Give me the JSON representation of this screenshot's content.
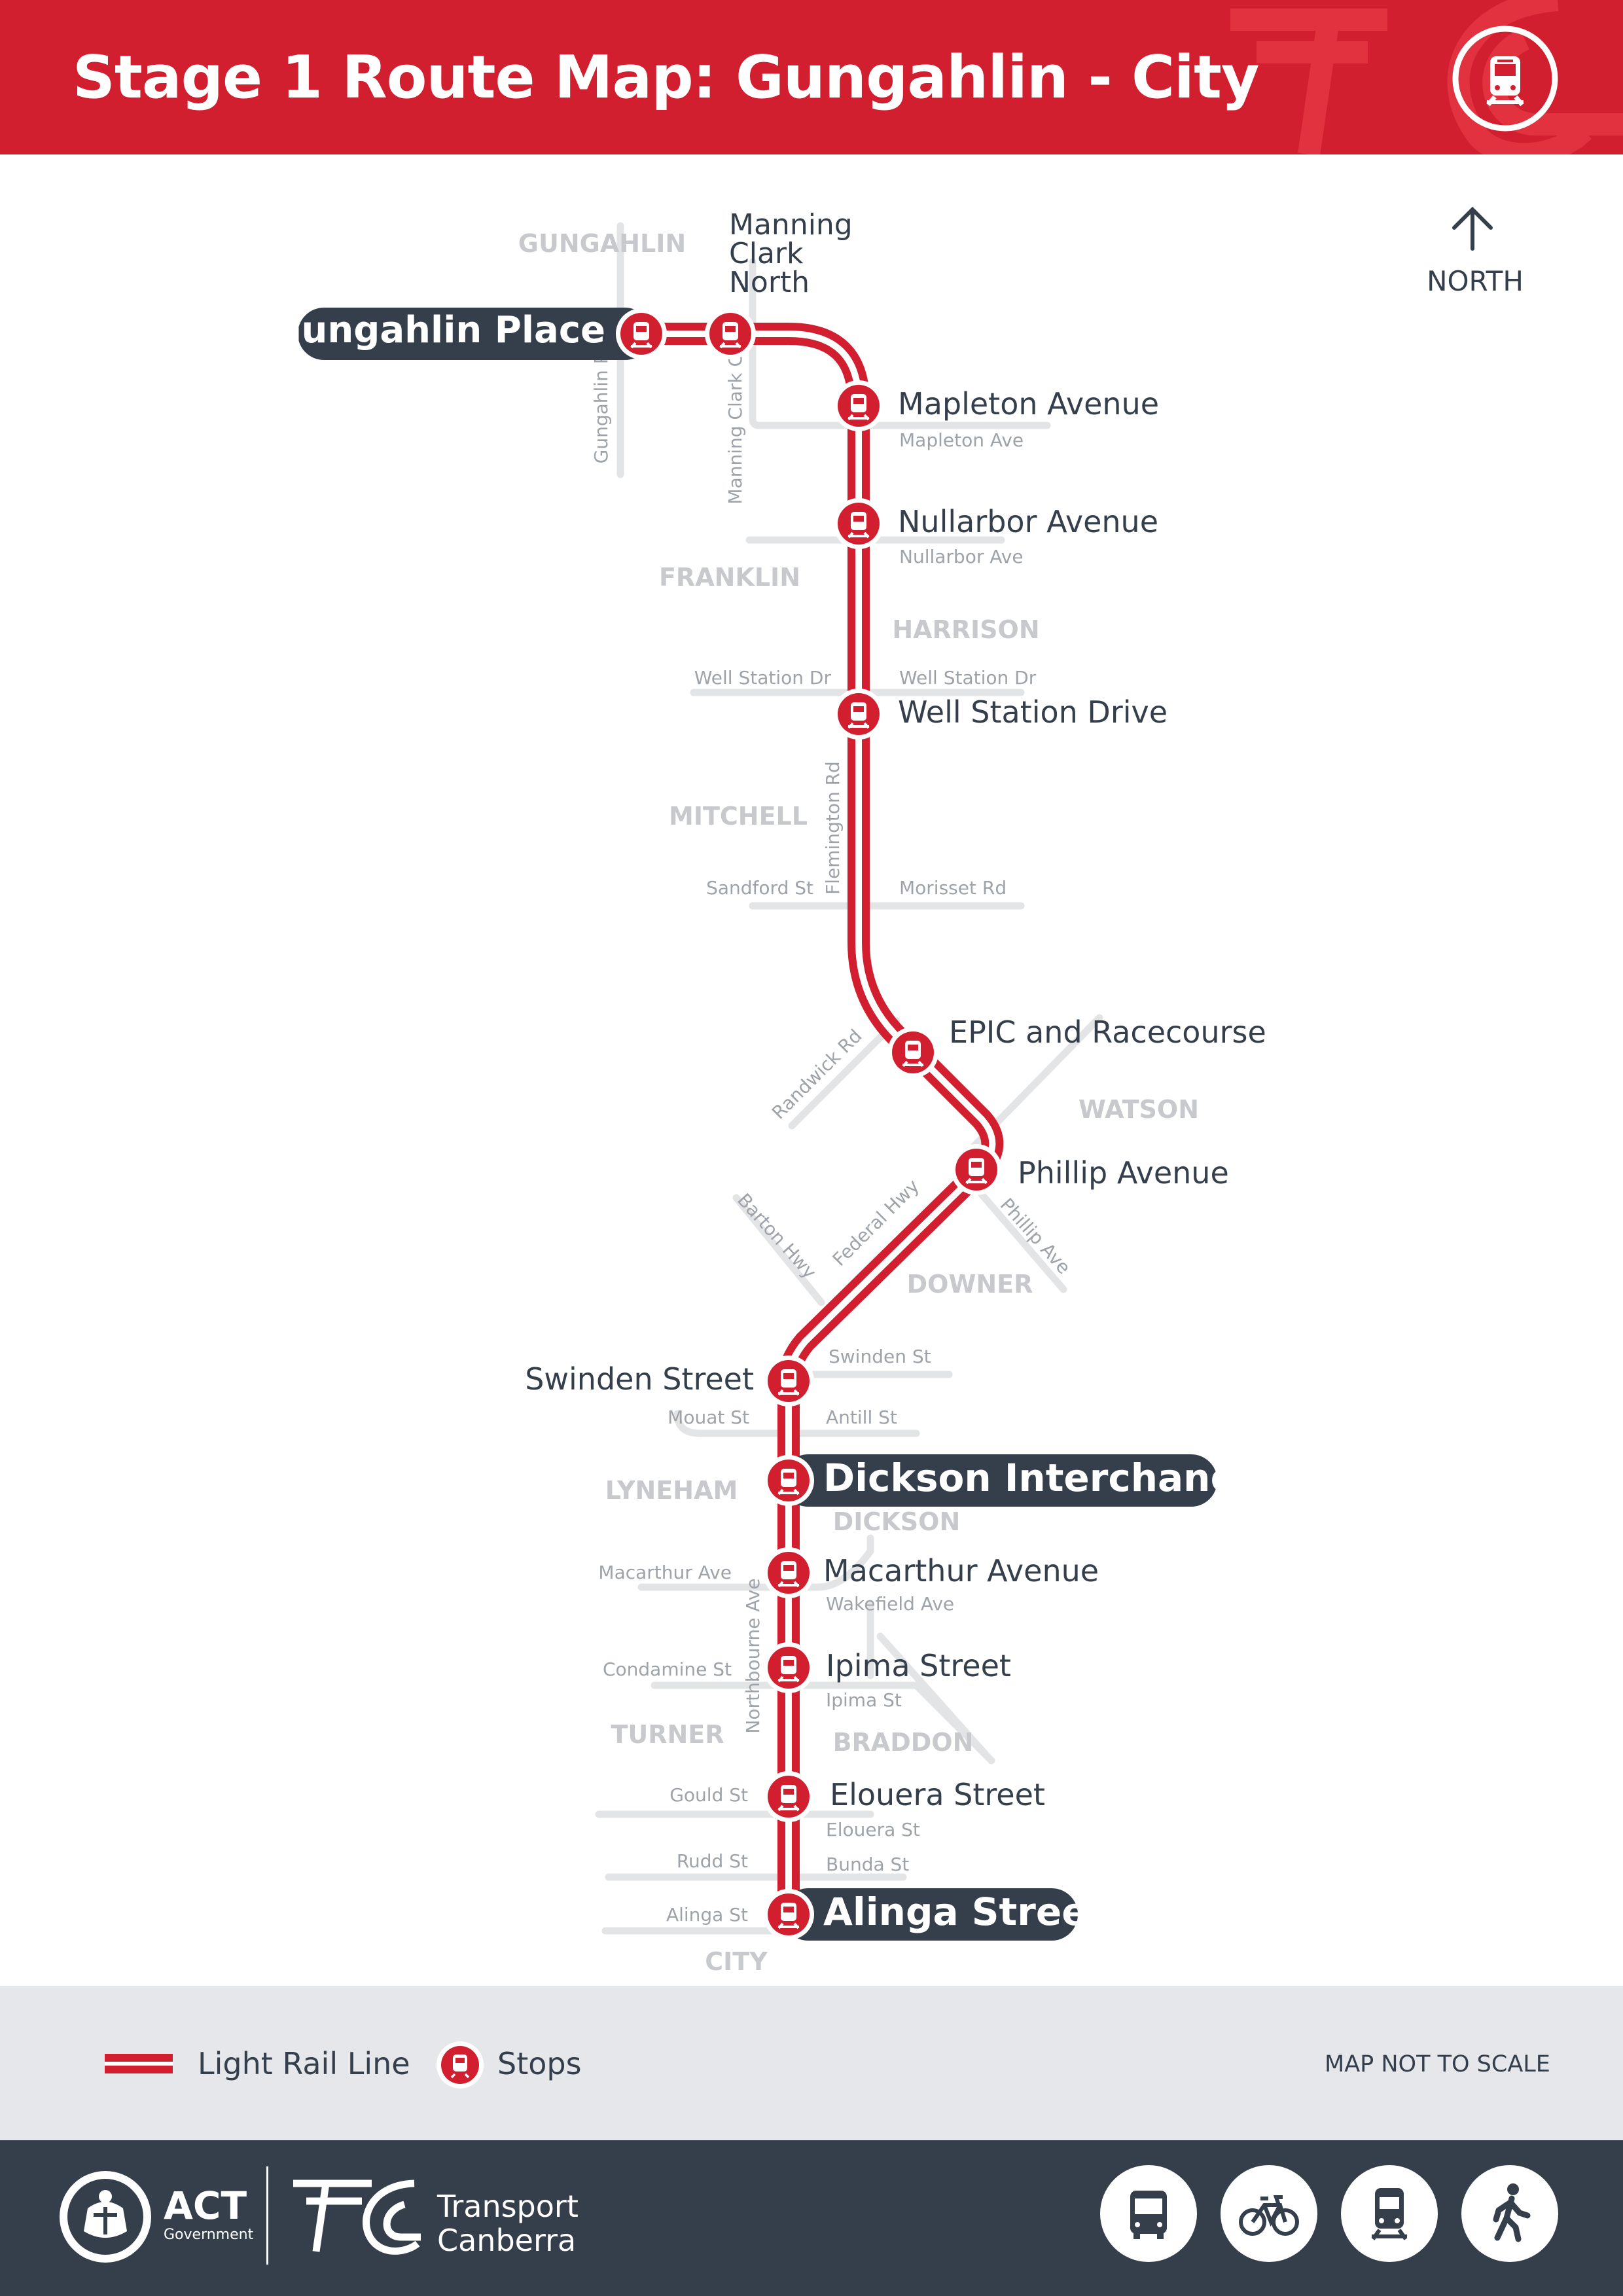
{
  "header": {
    "title": "Stage 1 Route Map: Gungahlin - City",
    "background_color": "#d11f2f",
    "icon": "light-rail-icon"
  },
  "colors": {
    "rail_red": "#d11f2f",
    "dark": "#353f4b",
    "road_grey": "#e3e4e6",
    "suburb_grey": "#c7c9cc",
    "street_grey": "#9ea3a9",
    "legend_bg": "#e5e7ea"
  },
  "map": {
    "north_label": "NORTH",
    "north_icon": "arrow-up-icon",
    "suburbs": [
      "GUNGAHLIN",
      "FRANKLIN",
      "HARRISON",
      "MITCHELL",
      "WATSON",
      "DOWNER",
      "LYNEHAM",
      "DICKSON",
      "TURNER",
      "BRADDON",
      "CITY"
    ],
    "streets": [
      "Gungahlin Pl",
      "Manning Clark Cr",
      "Mapleton Ave",
      "Nullarbor Ave",
      "Well Station Dr",
      "Well Station Dr",
      "Flemington Rd",
      "Sandford St",
      "Morisset Rd",
      "Randwick Rd",
      "Phillip Ave",
      "Barton Hwy",
      "Federal Hwy",
      "Swinden St",
      "Mouat St",
      "Antill St",
      "Macarthur Ave",
      "Wakefield Ave",
      "Northbourne Ave",
      "Condamine St",
      "Ipima St",
      "Gould St",
      "Elouera St",
      "Rudd St",
      "Bunda St",
      "Alinga St"
    ],
    "stops": [
      {
        "name": "Gungahlin Place",
        "interchange": true
      },
      {
        "name": "Manning Clark North",
        "lines": [
          "Manning",
          "Clark",
          "North"
        ],
        "interchange": false
      },
      {
        "name": "Mapleton Avenue",
        "interchange": false
      },
      {
        "name": "Nullarbor Avenue",
        "interchange": false
      },
      {
        "name": "Well Station Drive",
        "interchange": false
      },
      {
        "name": "EPIC and Racecourse",
        "interchange": false
      },
      {
        "name": "Phillip Avenue",
        "interchange": false
      },
      {
        "name": "Swinden Street",
        "interchange": false
      },
      {
        "name": "Dickson Interchange",
        "interchange": true
      },
      {
        "name": "Macarthur Avenue",
        "interchange": false
      },
      {
        "name": "Ipima Street",
        "interchange": false
      },
      {
        "name": "Elouera Street",
        "interchange": false
      },
      {
        "name": "Alinga Street",
        "interchange": true
      }
    ]
  },
  "legend": {
    "line_label": "Light Rail Line",
    "stops_label": "Stops",
    "scale_note": "MAP NOT TO SCALE"
  },
  "footer": {
    "act_title": "ACT",
    "act_sub": "Government",
    "tc_line1": "Transport",
    "tc_line2": "Canberra",
    "mode_icons": [
      "bus-icon",
      "bicycle-icon",
      "light-rail-icon",
      "walking-icon"
    ]
  }
}
